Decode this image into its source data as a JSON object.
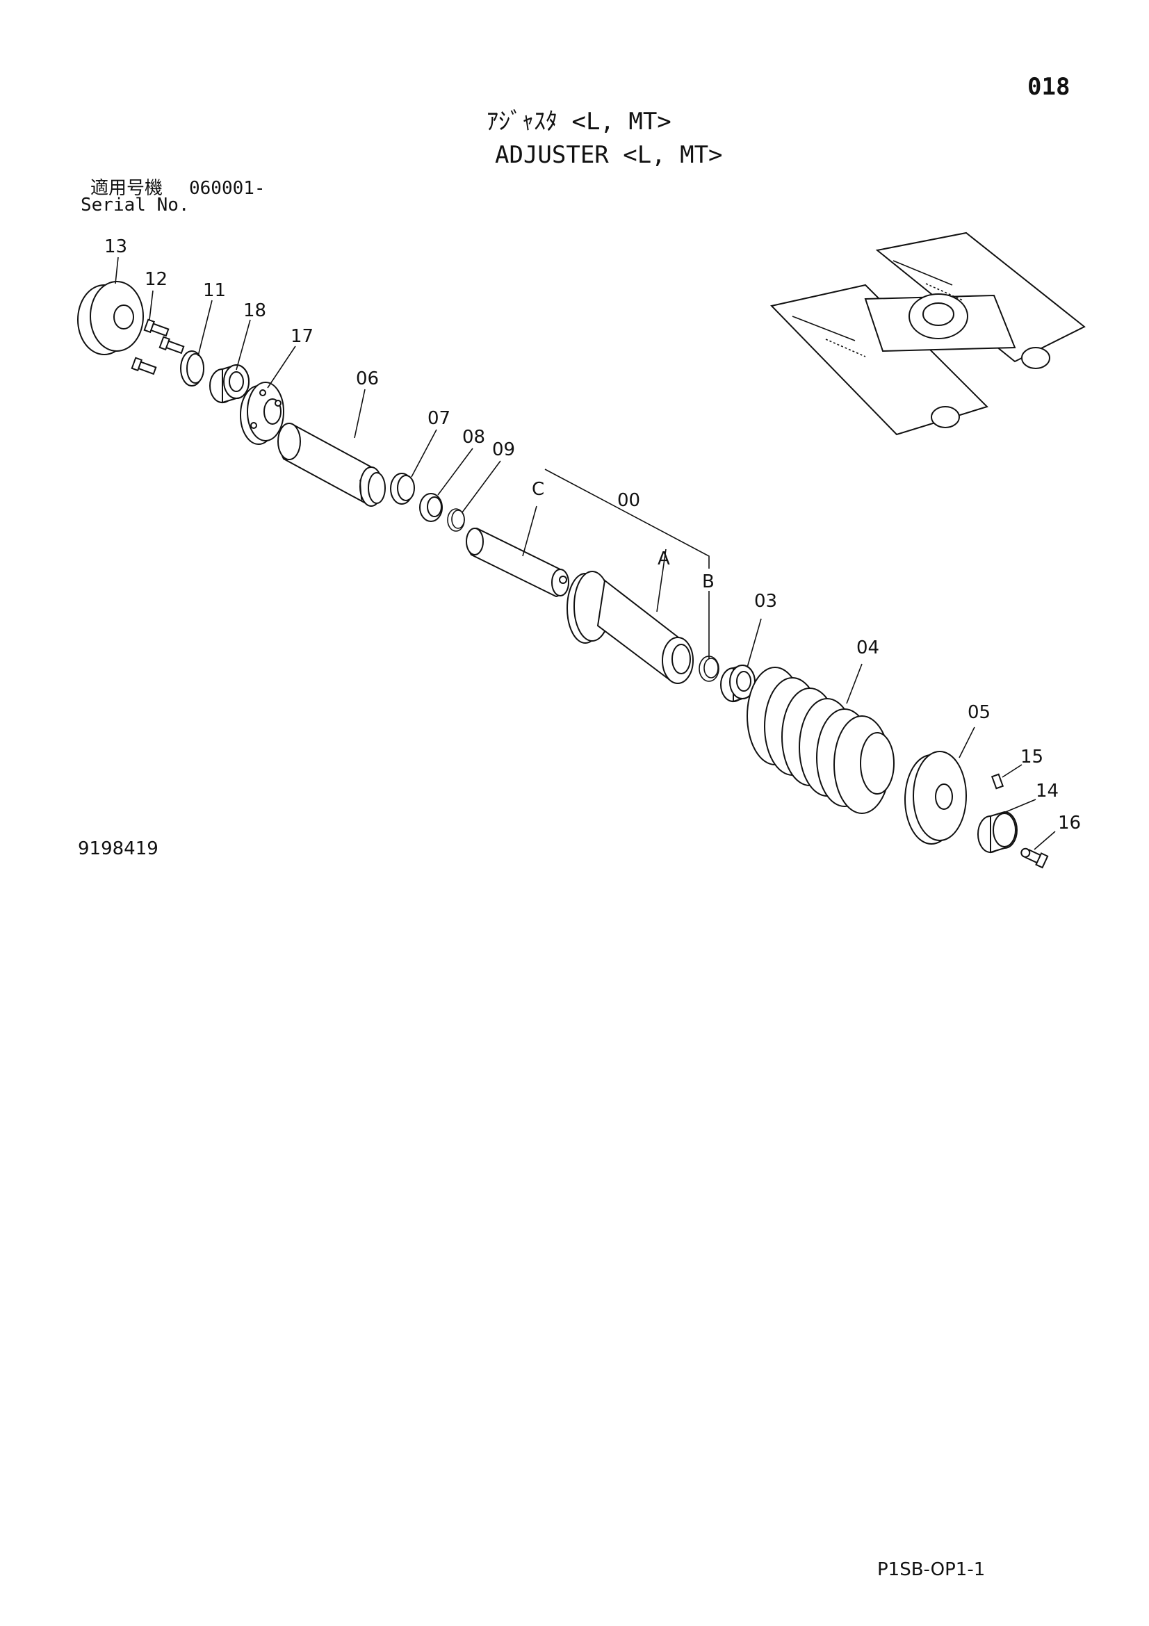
{
  "header": {
    "page_number": "018",
    "title_ja": "ｱｼﾞｬｽﾀ <L, MT>",
    "title_en": "ADJUSTER <L, MT>",
    "serial_label_ja": "適用号機",
    "serial_value": "060001-",
    "serial_label_en": "Serial No."
  },
  "drawing_number": "9198419",
  "footer_code": "P1SB-OP1-1",
  "callouts": {
    "p13": "13",
    "p12": "12",
    "p11": "11",
    "p18": "18",
    "p17": "17",
    "p06": "06",
    "p07": "07",
    "p08": "08",
    "p09": "09",
    "pC": "C",
    "p00": "00",
    "pA": "A",
    "pB": "B",
    "p03": "03",
    "p04": "04",
    "p05": "05",
    "p15": "15",
    "p14": "14",
    "p16": "16"
  }
}
